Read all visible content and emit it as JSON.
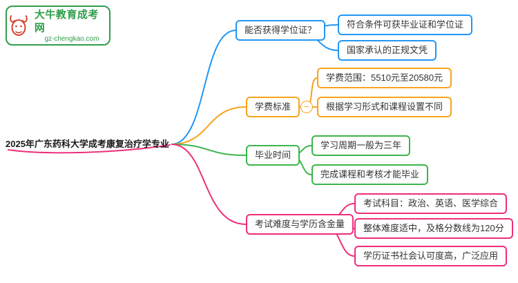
{
  "logo": {
    "title": "大牛教育成考网",
    "subtitle": "gz-chengkao.com",
    "icon": "bull-icon",
    "accent_color": "#2f9e4a",
    "icon_color": "#d2402e"
  },
  "root": {
    "label": "2025年广东药科大学成考康复治疗学专业",
    "underline_color": "#ee2d7a"
  },
  "branches": [
    {
      "label": "能否获得学位证？",
      "color": "#2196f3",
      "children": [
        "符合条件可获毕业证和学位证",
        "国家承认的正规文凭"
      ]
    },
    {
      "label": "学费标准",
      "color": "#f7a31c",
      "collapse_glyph": "−",
      "children": [
        "学费范围：5510元至20580元",
        "根据学习形式和课程设置不同"
      ]
    },
    {
      "label": "毕业时间",
      "color": "#3cb54a",
      "children": [
        "学习周期一般为三年",
        "完成课程和考核才能毕业"
      ]
    },
    {
      "label": "考试难度与学历含金量",
      "color": "#ee2d7a",
      "children": [
        "考试科目：政治、英语、医学综合",
        "整体难度适中，及格分数线为120分",
        "学历证书社会认可度高，广泛应用"
      ]
    }
  ]
}
